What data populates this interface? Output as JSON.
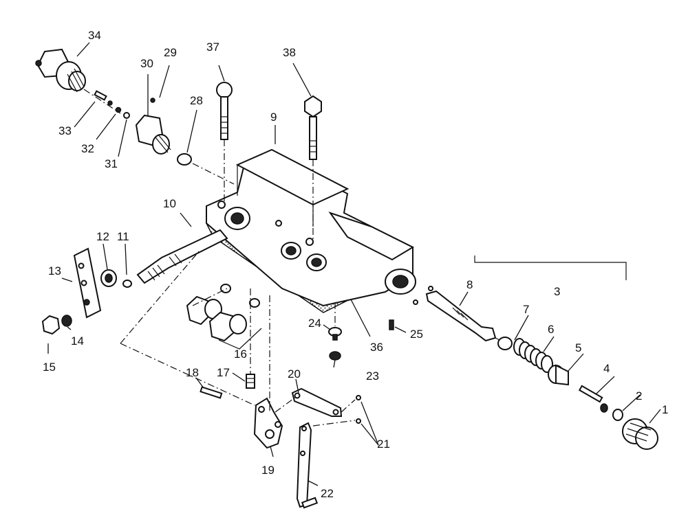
{
  "callouts": {
    "p1": "1",
    "p2": "2",
    "p3": "3",
    "p4": "4",
    "p5": "5",
    "p6": "6",
    "p7": "7",
    "p8": "8",
    "p9": "9",
    "p10": "10",
    "p11": "11",
    "p12": "12",
    "p13": "13",
    "p14": "14",
    "p15": "15",
    "p16": "16",
    "p17": "17",
    "p18": "18",
    "p19": "19",
    "p20": "20",
    "p21": "21",
    "p22": "22",
    "p23": "23",
    "p24": "24",
    "p25": "25",
    "p28": "28",
    "p29": "29",
    "p30": "30",
    "p31": "31",
    "p32": "32",
    "p33": "33",
    "p34": "34",
    "p36": "36",
    "p37": "37",
    "p38": "38"
  },
  "colors": {
    "ink": "#111111",
    "background": "#ffffff",
    "gasket_fill": "#b0b0b0"
  }
}
